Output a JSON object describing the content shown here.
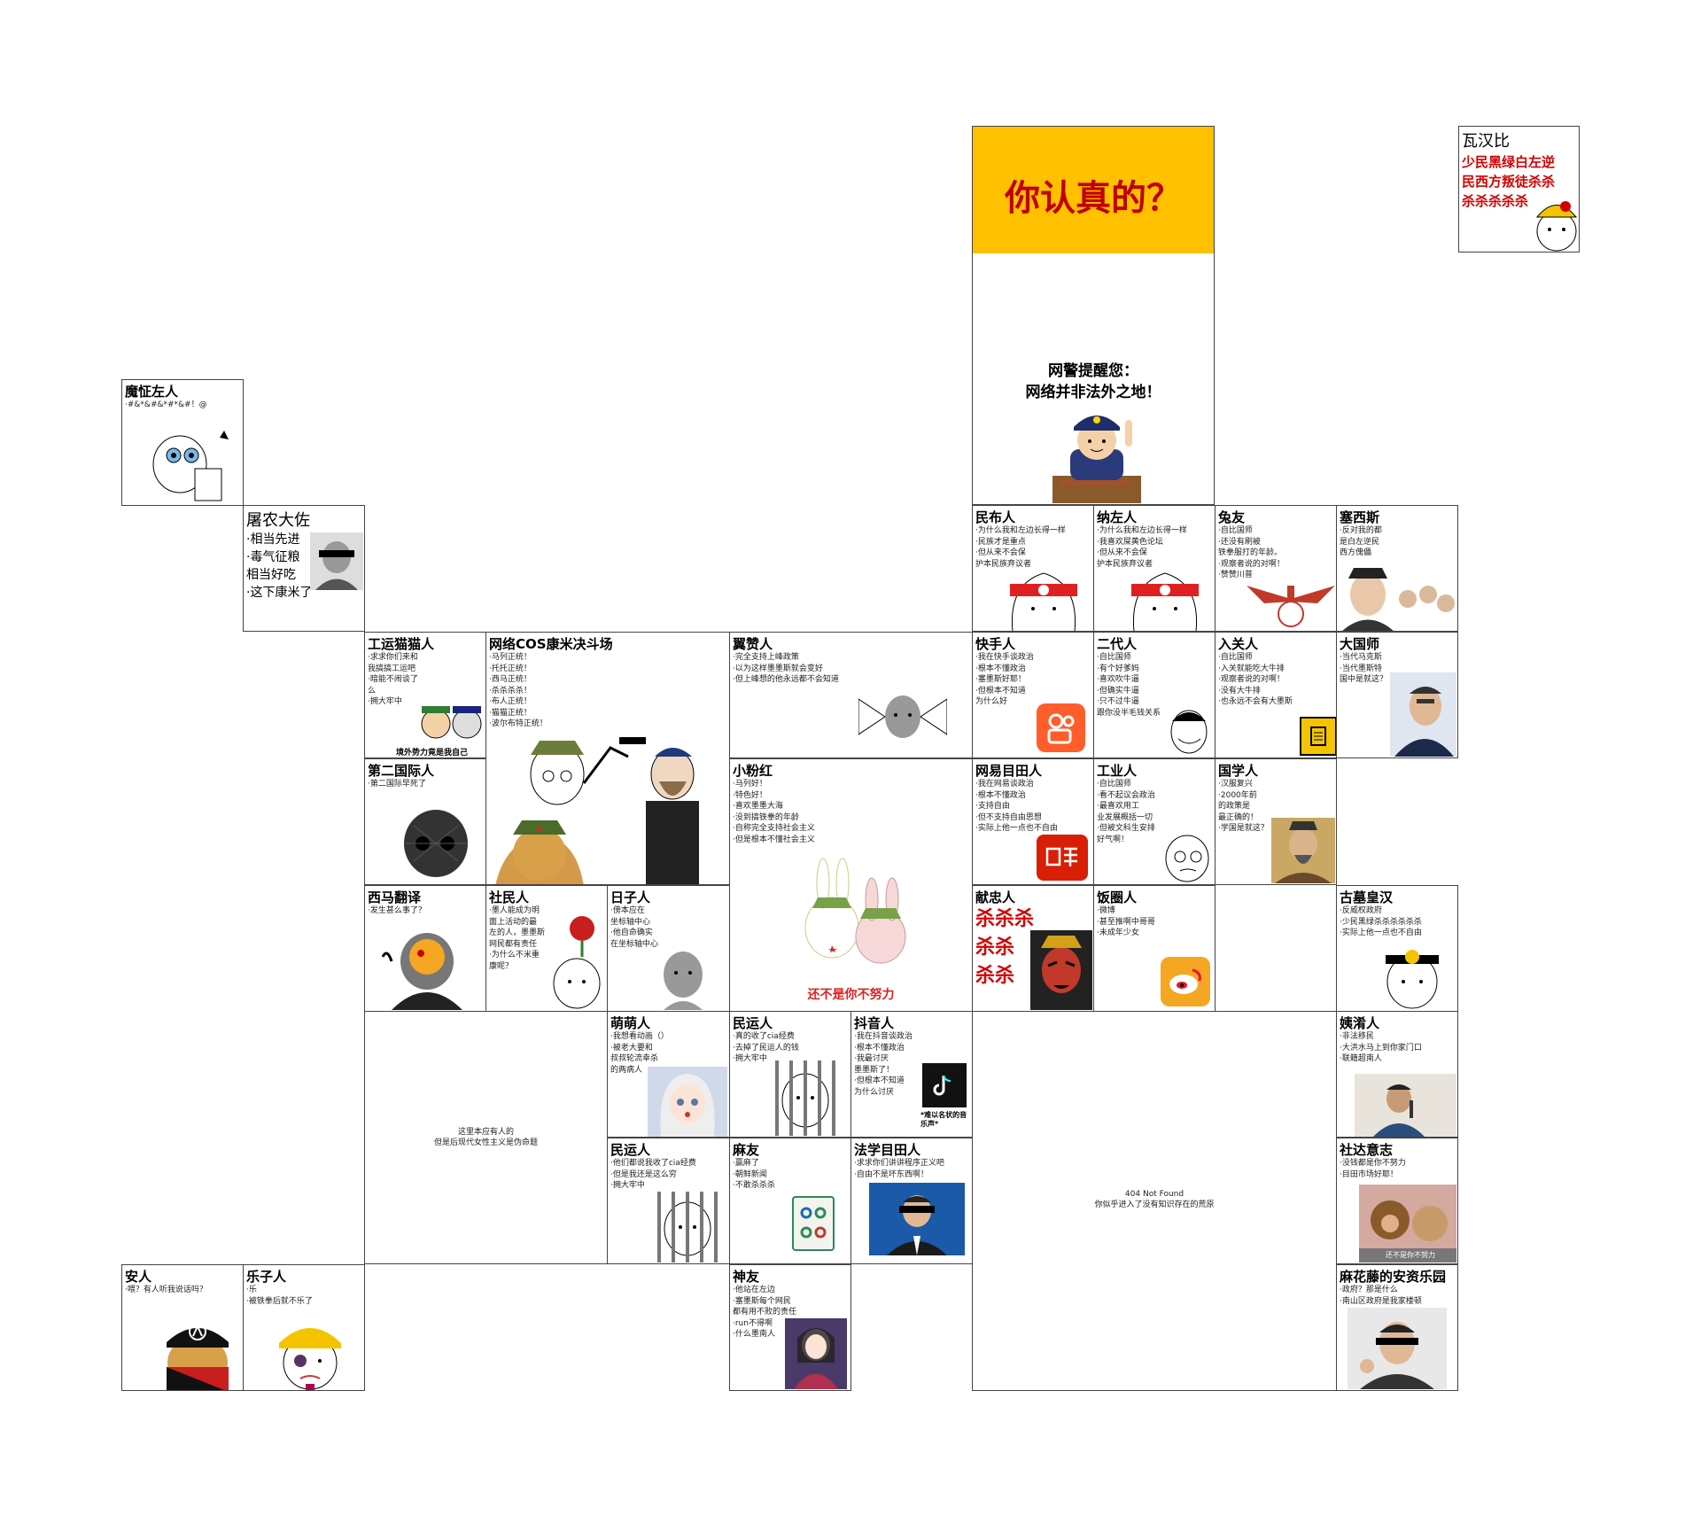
{
  "banner": {
    "text": "你认真的？",
    "bg": "#ffc000",
    "color": "#c00000"
  },
  "police": {
    "line1": "网警提醒您：",
    "line2": "网络并非法外之地！"
  },
  "wahabi": {
    "title": "瓦汉比",
    "text": [
      "少民黑绿白左逆",
      "民西方叛徒杀杀",
      "杀杀杀杀杀"
    ]
  },
  "cells": {
    "mozheng": {
      "title": "魔怔左人",
      "lines": [
        "·#&*&#&*#*&#！@"
      ]
    },
    "tunong": {
      "title": "屠农大佐",
      "lines": [
        "·相当先进",
        "·毒气征粮",
        "相当好吃",
        "·这下康米了"
      ]
    },
    "minbu": {
      "title": "民布人",
      "lines": [
        "·为什么我和左边长得一样",
        "·民族才是重点",
        "·但从来不会保",
        "护本民族弃议者"
      ]
    },
    "nazuo": {
      "title": "纳左人",
      "lines": [
        "·为什么我和左边长得一样",
        "·我喜欢屎黄色论坛",
        "·但从来不会保",
        "护本民族弃议者"
      ]
    },
    "tuyou": {
      "title": "兔友",
      "lines": [
        "·自比国师",
        "·还没有刷被",
        "铁拳服打的年龄。",
        "·观察者说的对啊！",
        "·赞赞川普"
      ]
    },
    "saixisi": {
      "title": "塞西斯",
      "lines": [
        "·反对我的都",
        "是白左逆民",
        "西方傀儡"
      ]
    },
    "gongyun": {
      "title": "工运猫猫人",
      "lines": [
        "·求求你们来和",
        "我搞搞工运吧",
        "·暗能不闹谈了",
        "么",
        "·拥大牢中"
      ],
      "caption": "境外势力竟是我自己"
    },
    "cos": {
      "title": "网络COS康米决斗场",
      "lines": [
        "·马列正统！",
        "·托托正统！",
        "·西马正统！",
        "·杀杀杀杀！",
        "·布人正统！",
        "·猫猫正统！",
        "·波尔布特正统！"
      ]
    },
    "yizan": {
      "title": "翼赞人",
      "lines": [
        "·完全支持上峰政策",
        "·以为这样墨墨斯就会变好",
        "·但上峰想的他永远都不会知道"
      ]
    },
    "kuaishou": {
      "title": "快手人",
      "lines": [
        "·我在快手谈政治",
        "·根本不懂政治",
        "·塞墨斯好耶！",
        "·但根本不知道",
        "为什么好"
      ]
    },
    "erdai": {
      "title": "二代人",
      "lines": [
        "·自比国师",
        "·有个好爹妈",
        "·喜欢吹牛逼",
        "·但确实牛逼",
        "·只不过牛逼",
        "跟你没半毛钱关系"
      ]
    },
    "ruguan": {
      "title": "入关人",
      "lines": [
        "·自比国师",
        "·入关就能吃大牛排",
        "·观察者说的对啊！",
        "·没有大牛排",
        "·也永远不会有大墨斯"
      ]
    },
    "daguoshi": {
      "title": "大国师",
      "lines": [
        "·当代马克斯",
        "·当代墨斯特",
        "国中是就这？"
      ]
    },
    "dierguoji": {
      "title": "第二国际人",
      "lines": [
        "·第二国际早死了"
      ]
    },
    "xiaofenhong": {
      "title": "小粉红",
      "lines": [
        "·马列好！",
        "·特色好！",
        "·喜欢墨墨大海",
        "·没到搞铁拳的年龄",
        "·自称完全支持社会主义",
        "·但是根本不懂社会主义"
      ],
      "caption": "还不是你不努力"
    },
    "wangyi": {
      "title": "网易目田人",
      "lines": [
        "·我在网易谈政治",
        "·根本不懂政治",
        "·支持自由",
        "·但不支持自由思想",
        "·实际上他一点也不自由"
      ]
    },
    "gongye": {
      "title": "工业人",
      "lines": [
        "·自比国师",
        "·看不起议会政治",
        "·最喜欢用工",
        "业发展概括一切",
        "·但被文科生安排",
        "好气啊！"
      ]
    },
    "guoxue": {
      "title": "国学人",
      "lines": [
        "·汉服复兴",
        "·2000年前",
        "的政策是",
        "最正确的！",
        "·学国是就这？"
      ]
    },
    "ximafanyi": {
      "title": "西马翻译",
      "lines": [
        "·发生甚么事了？"
      ]
    },
    "shemin": {
      "title": "社民人",
      "lines": [
        "·墨人能成为明",
        "面上活动的最",
        "左的人，墨墨斯",
        "网民都有责任",
        "·为什么不米重",
        "康呢？"
      ]
    },
    "rizi": {
      "title": "日子人",
      "lines": [
        "·傍本应在",
        "坐标轴中心",
        "·他自命确实",
        "在坐标轴中心"
      ]
    },
    "xianzhong": {
      "title": "献忠人",
      "kill": [
        "杀杀杀",
        "杀杀",
        "杀杀"
      ]
    },
    "fanquan": {
      "title": "饭圈人",
      "lines": [
        "·微博",
        "·甚至推啊中哥哥",
        "·未成年少女"
      ]
    },
    "gumu": {
      "title": "古墓皇汉",
      "lines": [
        "·反威权政府",
        "·少民黑绿杀杀杀杀杀杀",
        "·实际上他一点也不自由"
      ]
    },
    "mengmeng": {
      "title": "萌萌人",
      "lines": [
        "·我想看动画（）",
        "·被老大要和",
        "叔叔轮流幸杀",
        "的两病人"
      ]
    },
    "minyun1": {
      "title": "民运人",
      "lines": [
        "·真的收了cia经费",
        "·去掉了民运人的钱",
        "·拥大牢中"
      ]
    },
    "douyin": {
      "title": "抖音人",
      "lines": [
        "·我在抖音谈政治",
        "·根本不懂政治",
        "·我最讨厌",
        "墨墨斯了！",
        "·但根本不知道",
        "为什么讨厌"
      ],
      "caption": "*难以名状的音乐声*"
    },
    "yixiao": {
      "title": "姨淆人",
      "lines": [
        "·非法移民",
        "·大洪水马上到你家门口",
        "·联籍超南人"
      ]
    },
    "minyun2": {
      "title": "民运人",
      "lines": [
        "·他们都说我收了cia经费",
        "·但是我还是这么穷",
        "·拥大牢中"
      ]
    },
    "mayou": {
      "title": "麻友",
      "lines": [
        "·赢麻了",
        "·朝鲜新闻",
        "·不敢杀杀杀"
      ]
    },
    "faxue": {
      "title": "法学目田人",
      "lines": [
        "·求求你们讲讲程序正义吧",
        "·自由不是坏东西啊！"
      ]
    },
    "shedayi": {
      "title": "社达意志",
      "lines": [
        "·没钱都是你不努力",
        "·目田市场好耶！"
      ],
      "caption": "还不是你不努力"
    },
    "anren": {
      "title": "安人",
      "lines": [
        "·喂？有人听我说话吗？"
      ]
    },
    "lezi": {
      "title": "乐子人",
      "lines": [
        "·乐",
        "·被铁拳后就不乐了"
      ]
    },
    "shenyou": {
      "title": "神友",
      "lines": [
        "·他站在左边",
        "·塞墨斯每个网民",
        "都有用不败的责任",
        "·run不得啊",
        "·什么墨南人"
      ]
    },
    "mahuateng": {
      "title": "麻花藤的安资乐园",
      "lines": [
        "·政府？那是什么",
        "·南山区政府是我家楼顿"
      ]
    }
  },
  "notes": {
    "empty_left": [
      "这里本应有人的",
      "但是后现代女性主义是伪命题"
    ],
    "not_found": [
      "404 Not Found",
      "你似乎进入了没有知识存在的荒原"
    ]
  },
  "icons": {
    "kuaishou_bg": "#ff5d2a",
    "netease_bg": "#d81e06",
    "douyin_bg": "#111111",
    "weibo_bg": "#f5a623",
    "censor": "#000000",
    "red_band": "#e02020"
  }
}
